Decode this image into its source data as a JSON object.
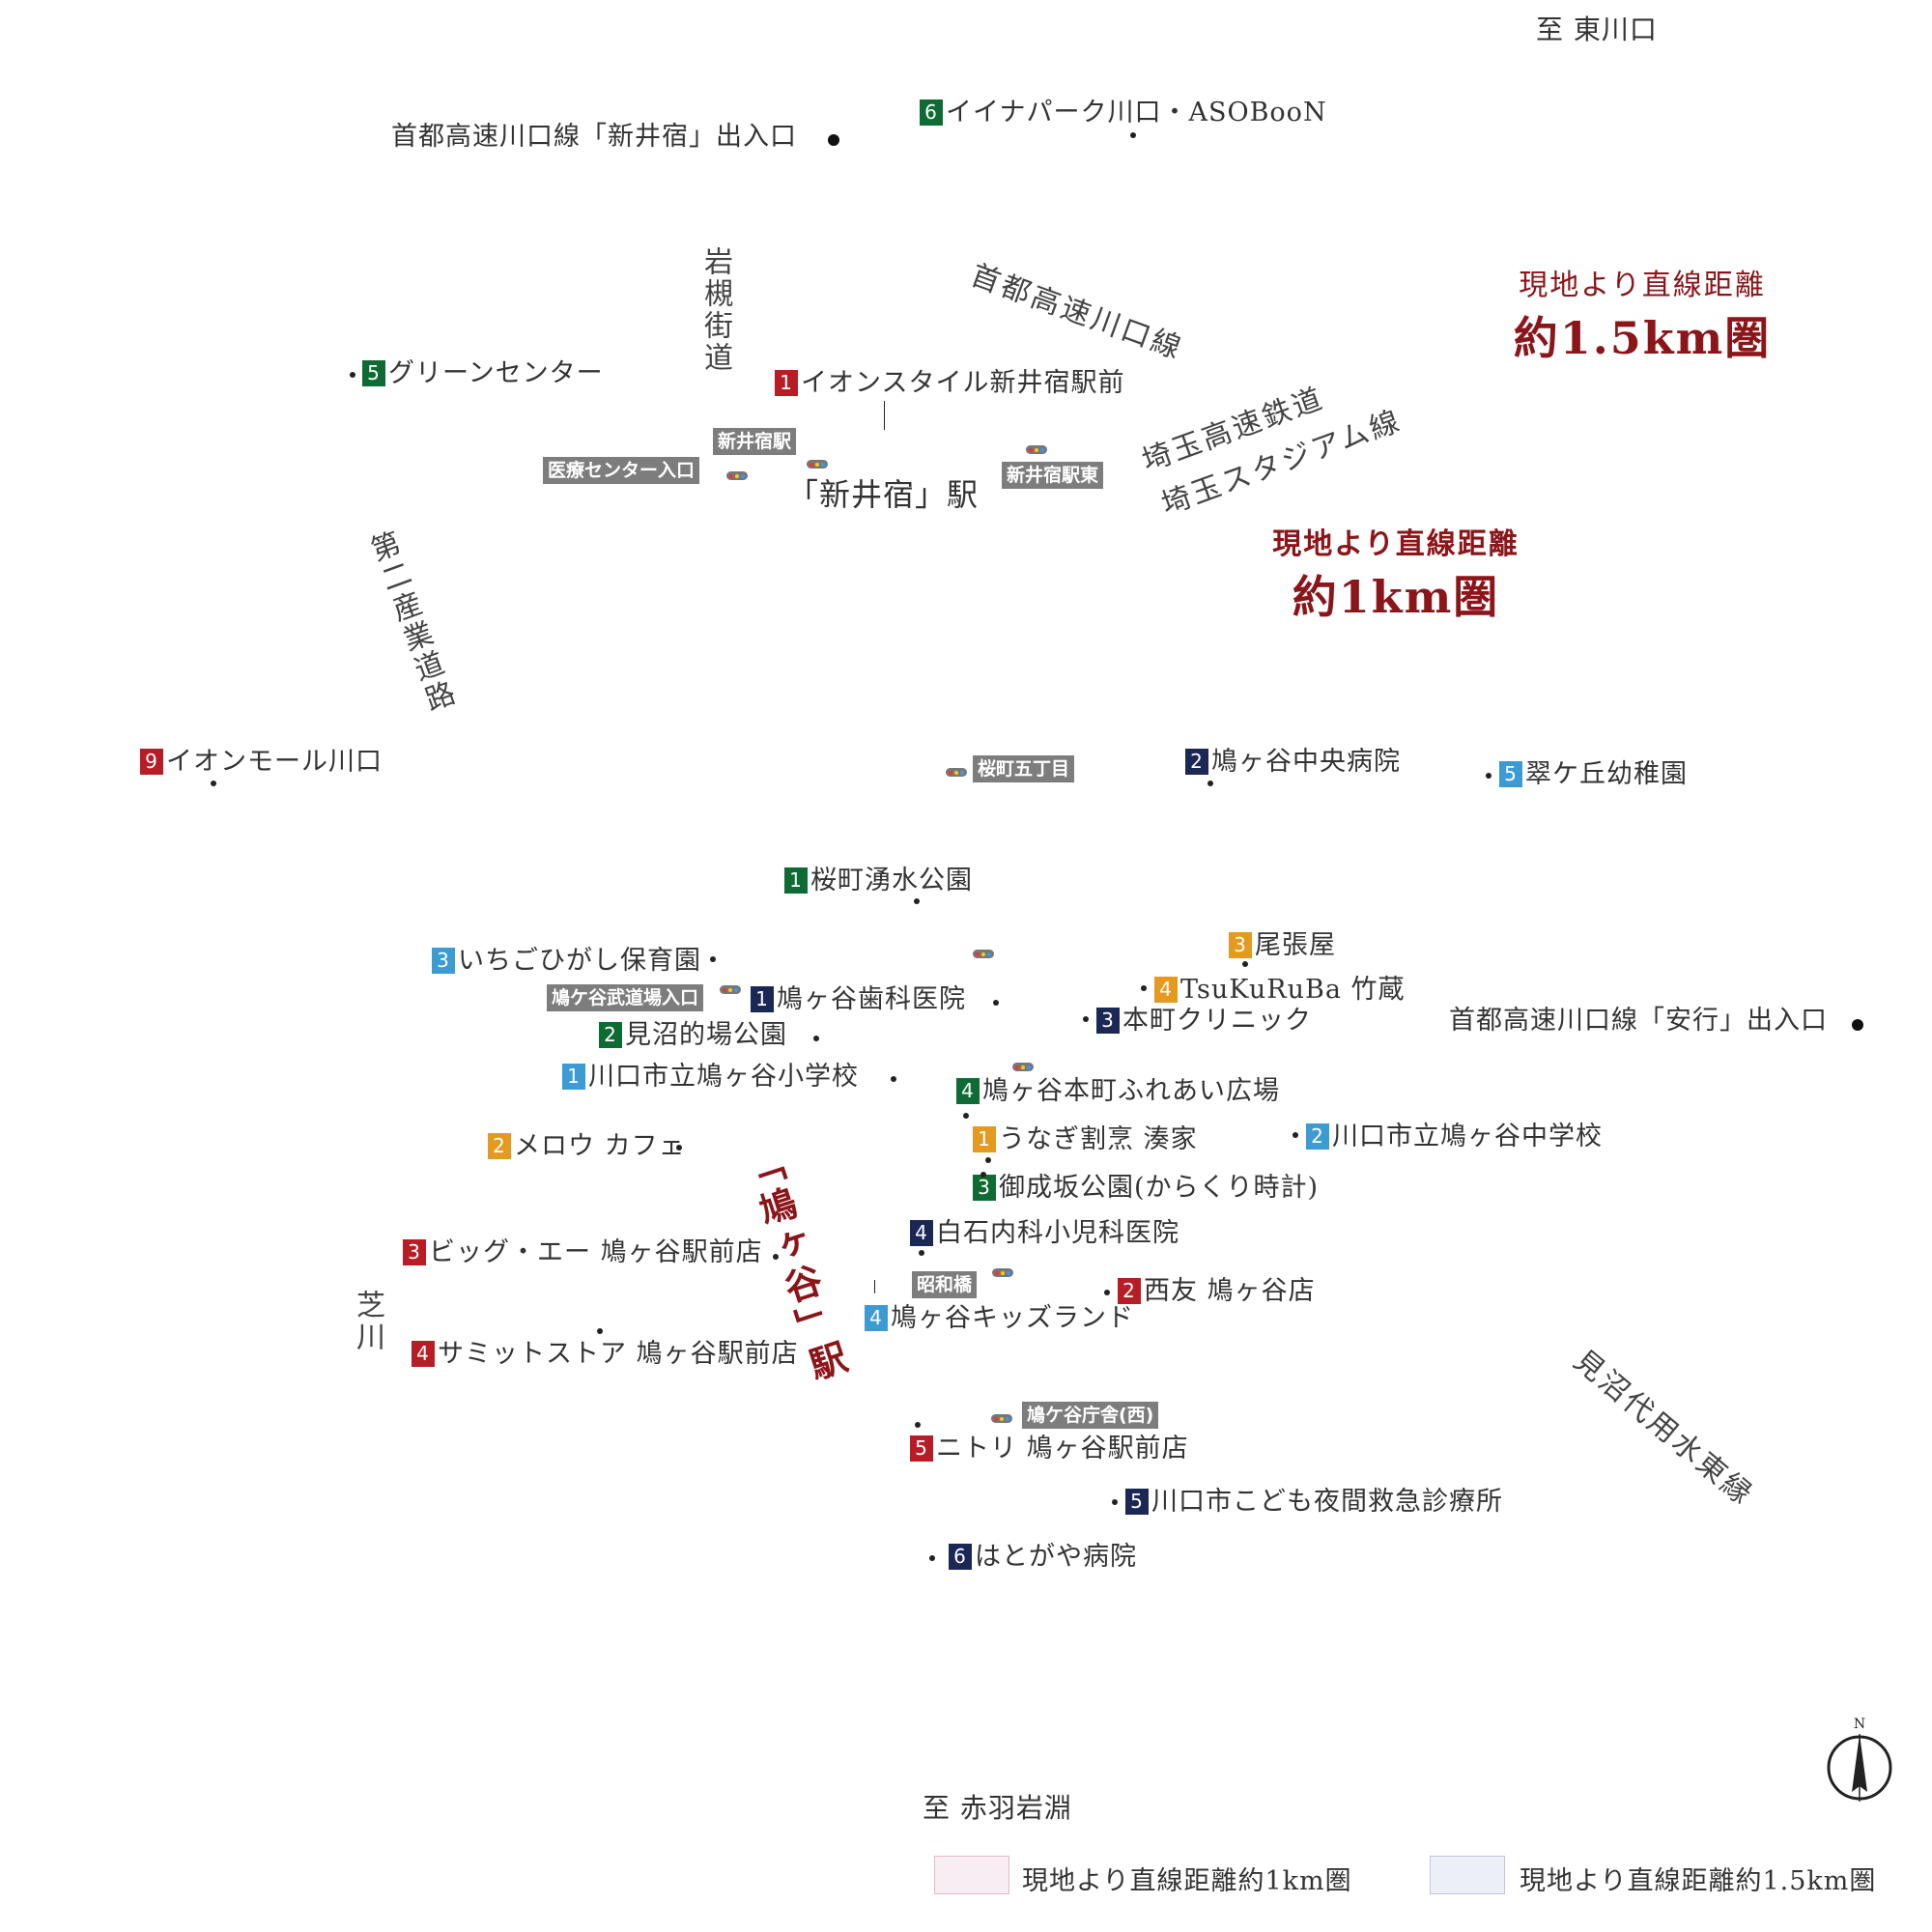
{
  "directions": {
    "north": "至 東川口",
    "south": "至 赤羽岩淵"
  },
  "expressway_exits": {
    "shinjuku": "首都高速川口線「新井宿」出入口",
    "angyo": "首都高速川口線「安行」出入口"
  },
  "roads": {
    "shuto": "首都高速川口線",
    "iwatsuki": "岩槻街道",
    "saitama_line_1": "埼玉高速鉄道",
    "saitama_line_2": "埼玉スタジアム線",
    "daini": "第二産業道路",
    "shiba": "芝川",
    "minuma": "見沼代用水東縁"
  },
  "circles": {
    "r15_line1": "現地より直線距離",
    "r15_line2": "約1.5km圏",
    "r1_line1": "現地より直線距離",
    "r1_line2": "約1km圏"
  },
  "stations": {
    "araijuku": "「新井宿」駅",
    "hatogaya": "「鳩ヶ谷」駅"
  },
  "bus_stops": [
    "新井宿駅",
    "医療センター入口",
    "新井宿駅東",
    "桜町五丁目",
    "鳩ケ谷武道場入口",
    "昭和橋",
    "鳩ケ谷庁舎(西)"
  ],
  "pois": [
    {
      "num": "6",
      "color": "green",
      "name": "イイナパーク川口・ASOBooN"
    },
    {
      "num": "5",
      "color": "green",
      "name": "グリーンセンター"
    },
    {
      "num": "1",
      "color": "red",
      "name": "イオンスタイル新井宿駅前"
    },
    {
      "num": "9",
      "color": "red",
      "name": "イオンモール川口"
    },
    {
      "num": "2",
      "color": "navy",
      "name": "鳩ヶ谷中央病院"
    },
    {
      "num": "5",
      "color": "blue",
      "name": "翠ケ丘幼稚園"
    },
    {
      "num": "1",
      "color": "green",
      "name": "桜町湧水公園"
    },
    {
      "num": "3",
      "color": "blue",
      "name": "いちごひがし保育園"
    },
    {
      "num": "3",
      "color": "orange",
      "name": "尾張屋"
    },
    {
      "num": "4",
      "color": "orange",
      "name": "TsuKuRuBa 竹蔵"
    },
    {
      "num": "1",
      "color": "navy",
      "name": "鳩ヶ谷歯科医院"
    },
    {
      "num": "2",
      "color": "green",
      "name": "見沼的場公園"
    },
    {
      "num": "3",
      "color": "navy",
      "name": "本町クリニック"
    },
    {
      "num": "1",
      "color": "blue",
      "name": "川口市立鳩ヶ谷小学校"
    },
    {
      "num": "4",
      "color": "green",
      "name": "鳩ヶ谷本町ふれあい広場"
    },
    {
      "num": "2",
      "color": "orange",
      "name": "メロウ カフェ"
    },
    {
      "num": "1",
      "color": "orange",
      "name": "うなぎ割烹 湊家"
    },
    {
      "num": "2",
      "color": "blue",
      "name": "川口市立鳩ヶ谷中学校"
    },
    {
      "num": "3",
      "color": "green",
      "name": "御成坂公園(からくり時計)"
    },
    {
      "num": "4",
      "color": "navy",
      "name": "白石内科小児科医院"
    },
    {
      "num": "3",
      "color": "red",
      "name": "ビッグ・エー 鳩ヶ谷駅前店"
    },
    {
      "num": "2",
      "color": "red",
      "name": "西友 鳩ヶ谷店"
    },
    {
      "num": "4",
      "color": "blue",
      "name": "鳩ヶ谷キッズランド"
    },
    {
      "num": "4",
      "color": "red",
      "name": "サミットストア 鳩ヶ谷駅前店"
    },
    {
      "num": "5",
      "color": "red",
      "name": "ニトリ 鳩ヶ谷駅前店"
    },
    {
      "num": "5",
      "color": "navy",
      "name": "川口市こども夜間救急診療所"
    },
    {
      "num": "6",
      "color": "navy",
      "name": "はとがや病院"
    }
  ],
  "compass": {
    "label": "N"
  },
  "legend": {
    "r1": "現地より直線距離約1km圏",
    "r15": "現地より直線距離約1.5km圏"
  },
  "colors": {
    "red": "#b81c25",
    "green": "#0f6b34",
    "blue": "#3c9bd3",
    "navy": "#1b2855",
    "orange": "#e39a1f",
    "circle_label": "#8b1519"
  }
}
